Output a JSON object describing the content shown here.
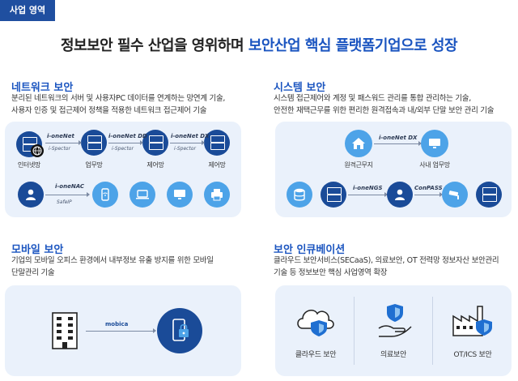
{
  "tag": "사업 영역",
  "headline": {
    "prefix": "정보보안 필수 산업을 영위하며 ",
    "highlight": "보안산업 핵심 플랫폼기업으로 성장"
  },
  "network": {
    "title": "네트워크 보안",
    "desc1": "분리된 네트워크의 서버 및 사용자PC 데이터를 연계하는 망연계 기술,",
    "desc2": "사용자 인증 및 접근제어 정책을 적용한 네트워크 접근제어 기술",
    "labels": {
      "internet": "인터넷망",
      "business": "업무망",
      "control1": "제어망",
      "control2": "제어망"
    },
    "products": {
      "onenet": "i-oneNet",
      "onenet_dd": "i-oneNet DD",
      "onenet_dx": "i-oneNet DX",
      "spector": "i-Spector",
      "onenac": "i-oneNAC",
      "safeip": "SafeIP"
    }
  },
  "system": {
    "title": "시스템 보안",
    "desc1": "시스템 접근제어와 계정 및 패스워드 관리를 통합 관리하는 기술,",
    "desc2": "안전한 재택근무를 위한 편리한 원격접속과 내/외부 단말 보안 관리 기술",
    "labels": {
      "remote": "원격근무지",
      "office": "사내 업무망"
    },
    "products": {
      "onenet_dx": "i-oneNet DX",
      "onengs": "i-oneNGS",
      "conpass": "ConPASS"
    }
  },
  "mobile": {
    "title": "모바일 보안",
    "desc1": "기업의 모바일 오피스 환경에서 내부정보 유출 방지를 위한 모바일",
    "desc2": "단말관리 기술",
    "product": "mobica"
  },
  "incubation": {
    "title": "보안 인큐베이션",
    "desc1": "클라우드 보안서비스(SECaaS), 의료보안, OT 전력망 정보자산 보안관리",
    "desc2": "기술 등 정보보안 핵심 사업영역 확장",
    "items": [
      "클라우드 보안",
      "의료보안",
      "OT/ICS 보안"
    ]
  }
}
